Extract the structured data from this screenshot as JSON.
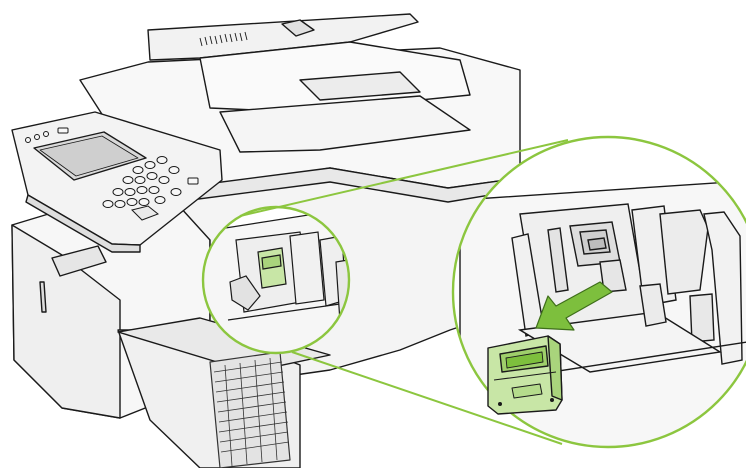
{
  "figure": {
    "description_visible_text": "",
    "colors": {
      "outline": "#1a1a1a",
      "body_light": "#f7f7f7",
      "body_shade": "#e6e6e6",
      "accent_green": "#7dbf3d",
      "callout_green": "#8cc63f",
      "cartridge_fill": "#c8e6a6",
      "arrow_fill": "#7dbf3d",
      "screen": "#d9d9d9"
    },
    "icons": {
      "zoom_small": "zoom-circle-small",
      "zoom_large": "zoom-circle-large",
      "direction": "removal-arrow",
      "part": "staple-cartridge"
    }
  }
}
